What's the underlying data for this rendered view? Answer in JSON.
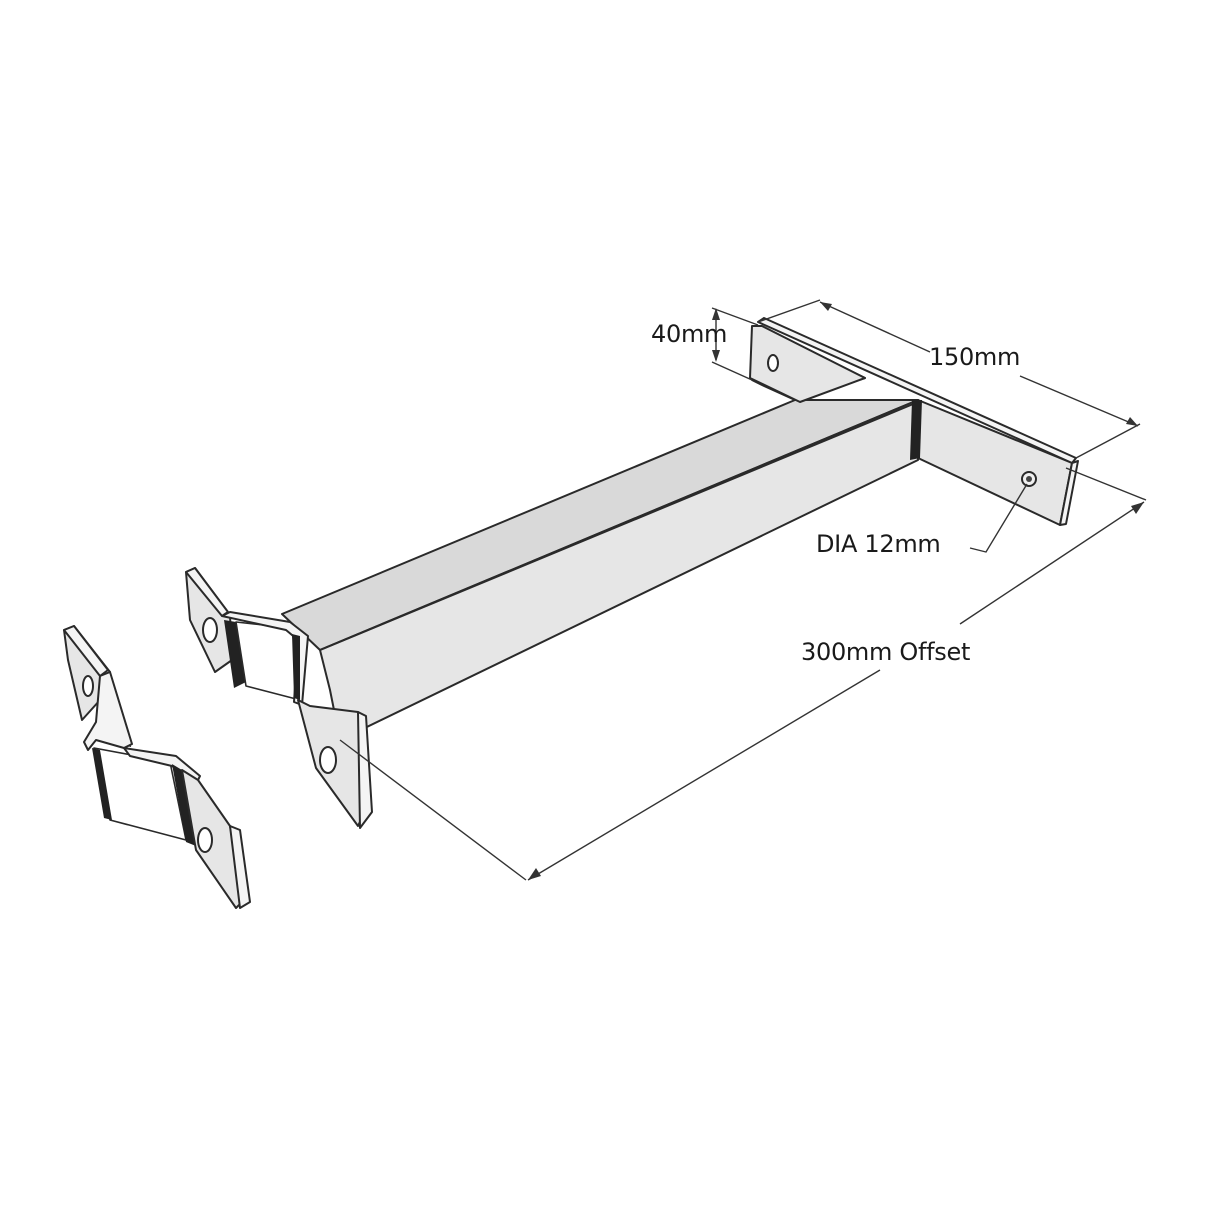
{
  "diagram": {
    "subject": "offset wall bracket with two Z-clip brackets",
    "colors": {
      "background": "#ffffff",
      "line": "#2a2a2a",
      "face_top": "#d9d9d9",
      "face_side": "#e6e6e6",
      "weld": "#222222"
    },
    "dimensions": {
      "height_label": "40mm",
      "length_label": "150mm",
      "hole_label": "DIA 12mm",
      "offset_label": "300mm Offset"
    }
  }
}
